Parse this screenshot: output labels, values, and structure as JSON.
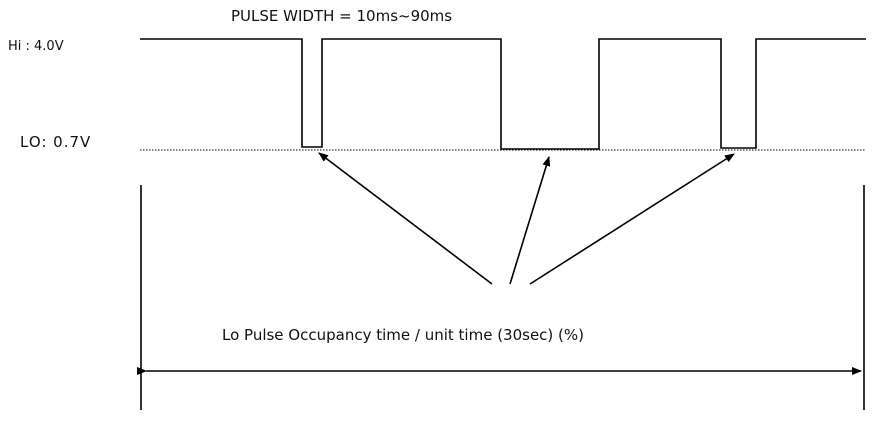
{
  "labels": {
    "pulse_width": "PULSE WIDTH = 10ms~90ms",
    "hi": "Hi : 4.0V",
    "lo": "LO: 0.7V",
    "occupancy": "Lo Pulse Occupancy time / unit time (30sec) (%)"
  },
  "colors": {
    "stroke": "#000000",
    "background": "#ffffff"
  }
}
